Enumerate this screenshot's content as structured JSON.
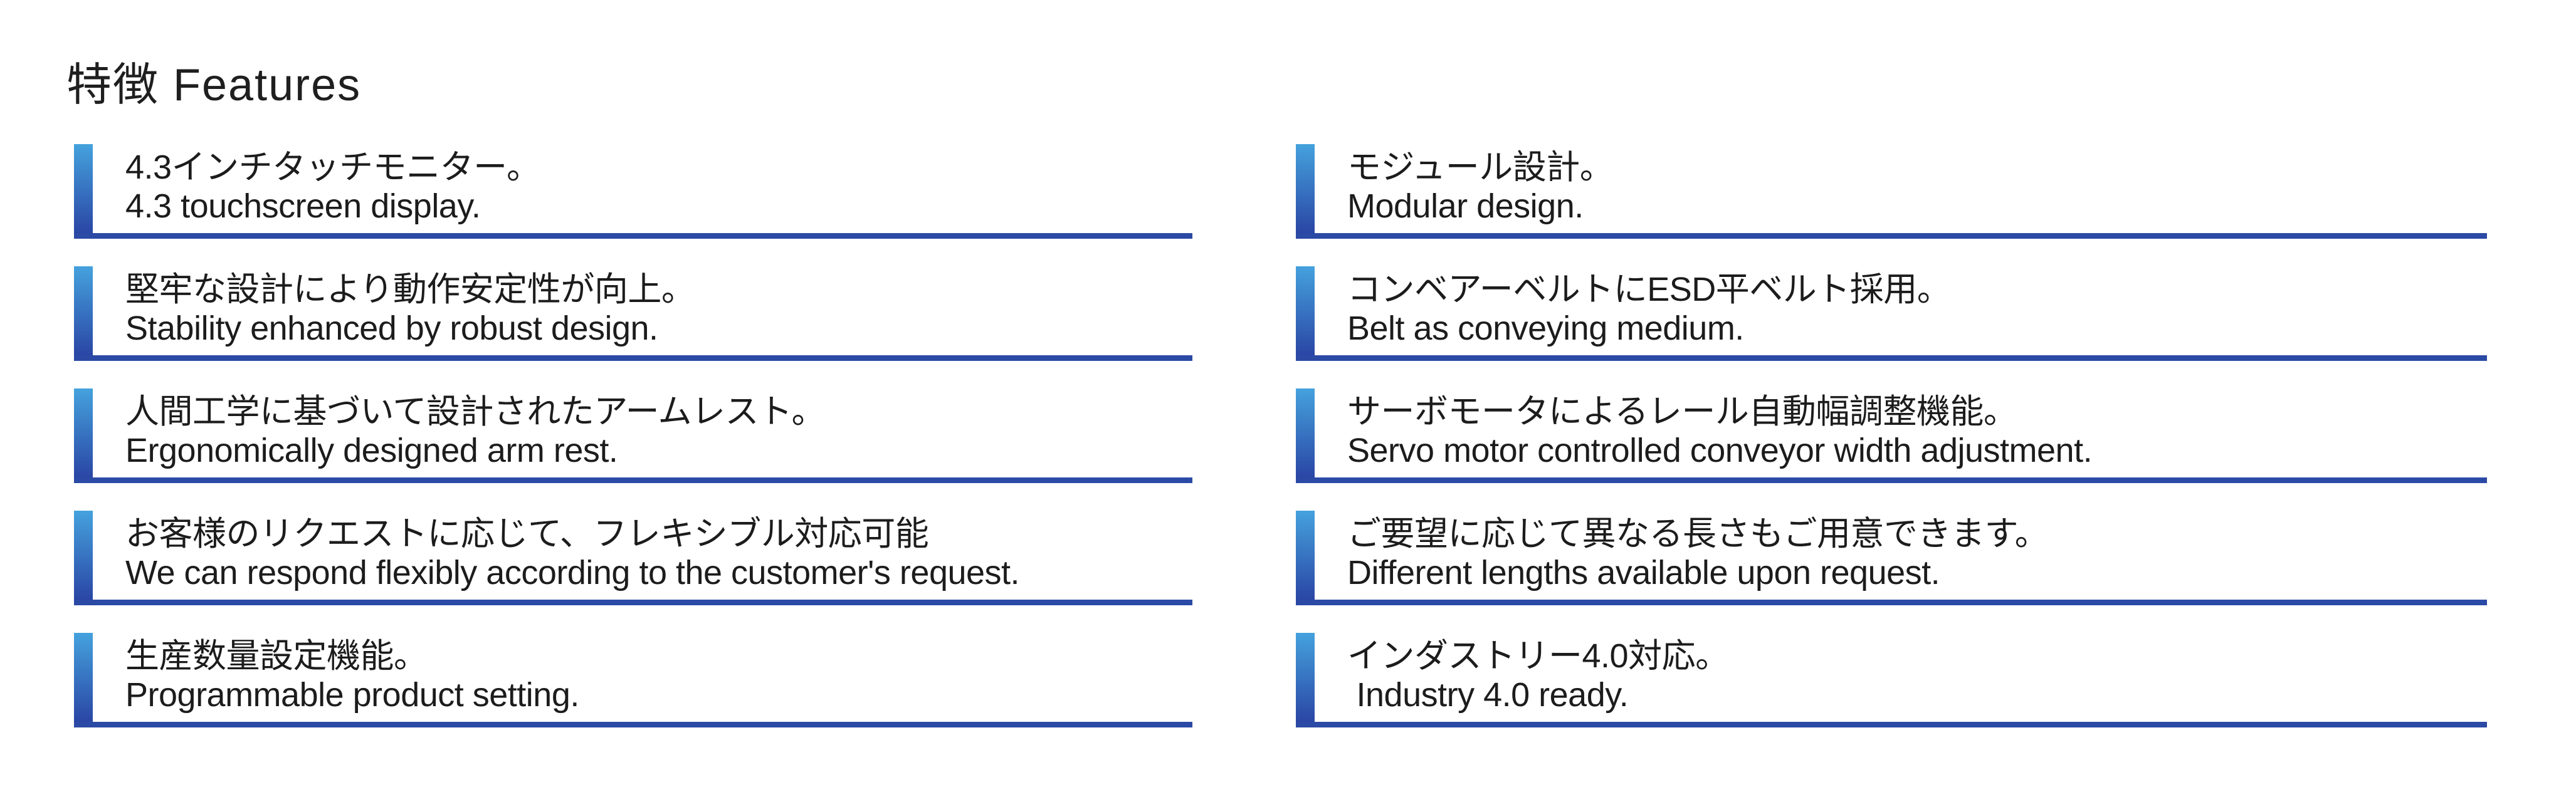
{
  "page": {
    "title": "特徴 Features"
  },
  "colors": {
    "background": "#ffffff",
    "title_text": "#1f1f1f",
    "text": "#1c1c1c",
    "bar_top": "#45a2dd",
    "bar_bottom": "#2a46a5",
    "underline": "#2b4aa5"
  },
  "features": {
    "left": [
      {
        "jp": "4.3インチタッチモニター。",
        "en": "4.3 touchscreen display."
      },
      {
        "jp": "堅牢な設計により動作安定性が向上。",
        "en": "Stability enhanced by robust design."
      },
      {
        "jp": "人間工学に基づいて設計されたアームレスト。",
        "en": "Ergonomically designed arm rest."
      },
      {
        "jp": "お客様のリクエストに応じて、フレキシブル対応可能",
        "en": "We can respond flexibly according to the customer's request."
      },
      {
        "jp": "生産数量設定機能。",
        "en": "Programmable product setting."
      }
    ],
    "right": [
      {
        "jp": "モジュール設計。",
        "en": "Modular design."
      },
      {
        "jp": "コンベアーベルトにESD平ベルト採用。",
        "en": "Belt as conveying medium."
      },
      {
        "jp": "サーボモータによるレール自動幅調整機能。",
        "en": "Servo motor controlled conveyor width adjustment."
      },
      {
        "jp": "ご要望に応じて異なる長さもご用意できます。",
        "en": "Different lengths available upon request."
      },
      {
        "jp": "インダストリー4.0対応。",
        "en": " Industry 4.0 ready."
      }
    ]
  }
}
